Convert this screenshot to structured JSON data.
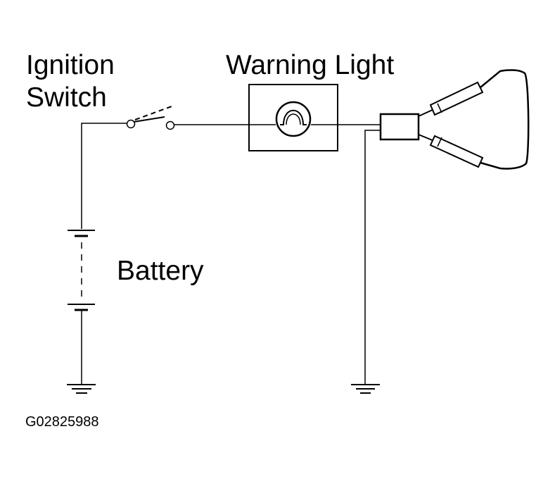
{
  "labels": {
    "ignition_switch_line1": "Ignition",
    "ignition_switch_line2": "Switch",
    "warning_light": "Warning Light",
    "battery": "Battery",
    "figure_code": "G02825988"
  },
  "colors": {
    "ink": "#000000",
    "background": "#ffffff"
  }
}
